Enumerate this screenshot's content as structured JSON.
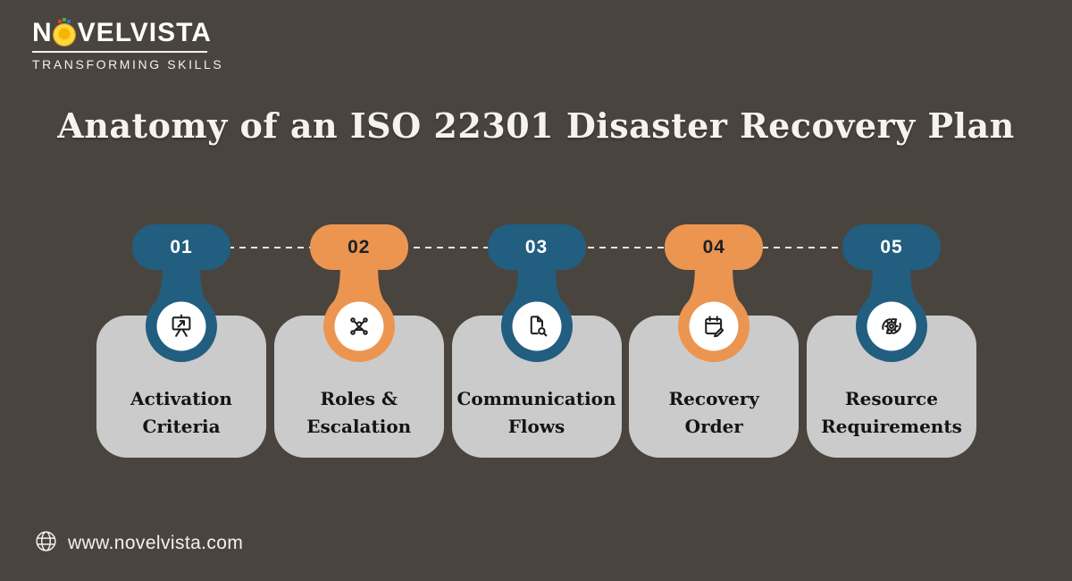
{
  "brand": {
    "name_prefix": "N",
    "name_suffix": "VELVISTA",
    "tagline": "TRANSFORMING SKILLS"
  },
  "title": "Anatomy of an ISO 22301 Disaster Recovery Plan",
  "colors": {
    "background": "#4a443e",
    "blue": "#215e80",
    "orange": "#eb9551",
    "card": "#cbcbcb",
    "title_text": "#f6f3ee",
    "label_text": "#141414"
  },
  "steps": [
    {
      "number": "01",
      "color": "blue",
      "icon": "presentation-arrow-icon",
      "label_line1": "Activation",
      "label_line2": "Criteria"
    },
    {
      "number": "02",
      "color": "orange",
      "icon": "delegation-network-icon",
      "label_line1": "Roles &",
      "label_line2": "Escalation"
    },
    {
      "number": "03",
      "color": "blue",
      "icon": "document-search-icon",
      "label_line1": "Communication",
      "label_line2": "Flows"
    },
    {
      "number": "04",
      "color": "orange",
      "icon": "calendar-edit-icon",
      "label_line1": "Recovery",
      "label_line2": "Order"
    },
    {
      "number": "05",
      "color": "blue",
      "icon": "gear-sync-icon",
      "label_line1": "Resource",
      "label_line2": "Requirements"
    }
  ],
  "footer": {
    "url": "www.novelvista.com"
  }
}
